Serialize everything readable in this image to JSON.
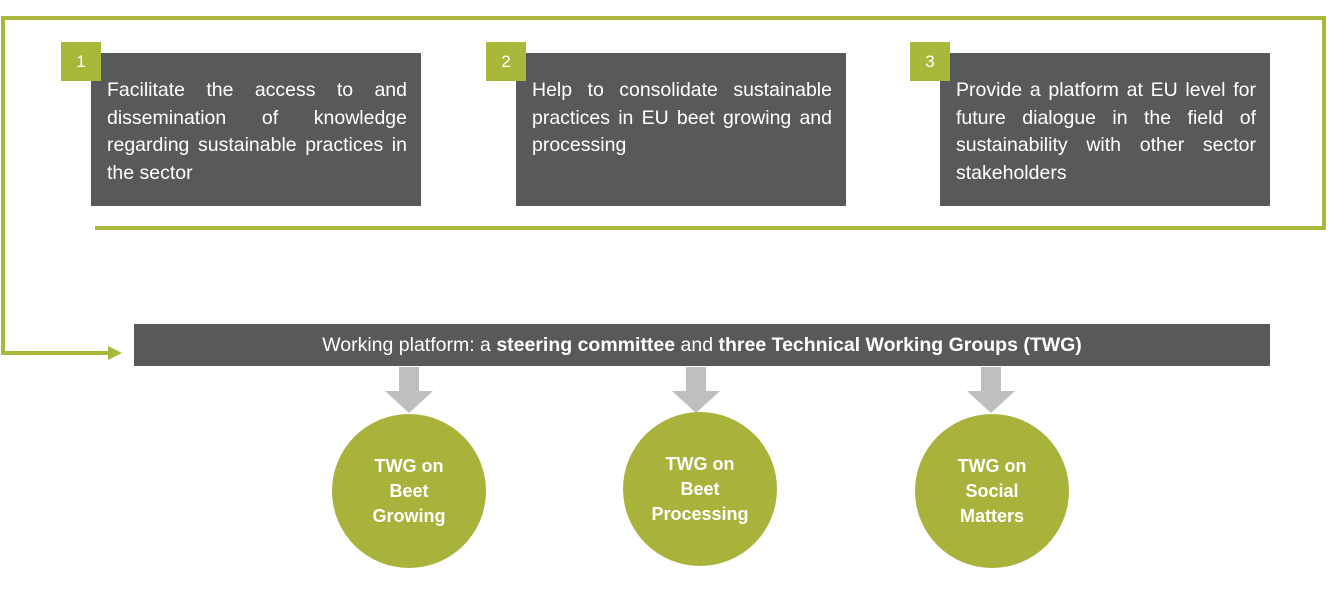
{
  "colors": {
    "green": "#A9B83A",
    "dark": "#58595B",
    "arrow": "#BFBFBF"
  },
  "objectives": [
    {
      "number": "1",
      "text": "Facilitate the access to and dissemination of knowledge regarding sustainable practices in the sector"
    },
    {
      "number": "2",
      "text": "Help to consolidate sustainable practices in EU beet growing and processing"
    },
    {
      "number": "3",
      "text": "Provide a platform at EU level for future dialogue in the field of sustainability with other sector stakeholders"
    }
  ],
  "banner": {
    "prefix": "Working platform: a ",
    "bold1": "steering committee",
    "middle": " and ",
    "bold2": "three Technical Working Groups (TWG)"
  },
  "groups": [
    {
      "line1": "TWG on",
      "line2": "Beet",
      "line3": "Growing"
    },
    {
      "line1": "TWG on",
      "line2": "Beet",
      "line3": "Processing"
    },
    {
      "line1": "TWG on",
      "line2": "Social",
      "line3": "Matters"
    }
  ]
}
